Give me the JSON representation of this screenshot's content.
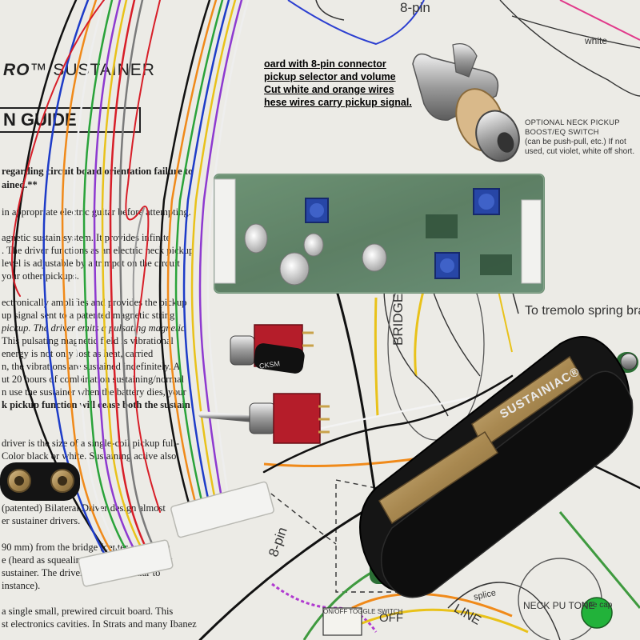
{
  "left_doc": {
    "brand_fragment": "RO",
    "brand_tail": "™ SUSTAINER",
    "guide_fragment": "N GUIDE",
    "paragraphs": [
      "regarding circuit board orientation failure to",
      "ained.**",
      "in appropriate electric guitar before attempting.",
      "agnetic  sustain system.  It provides infinite",
      ".  The  driver  functions as an electric neck pickup",
      "level  is  adjustable  by  a trimpot on the circuit",
      " your other pickups.",
      "ectronically amplifies and provides the pickup",
      "up signal  sent to a patented magnetic string",
      "pickup.  The driver emits a pulsating magnetic",
      "This  pulsating magnetic field is vibrational",
      "energy is not only lost as heat, carried",
      "n, the vibrations are sustained indefinitely.  A",
      "ut 20  hours of combination sustaining/normal",
      "n use the sustainer when the battery dies, your",
      "k pickup function will cease both the sustain",
      "driver is the size of a single-coil pickup full-",
      "  Color  black or white.  Sustaining active  also",
      "(patented) Bilateral Driver design almost",
      "er sustainer drivers.",
      "90 mm) from the bridge (center-to-center)",
      "e (heard as squealing or feedback) and any",
      "sustainer.   The  driver  is  perpendicular to",
      "instance).",
      "a  single  small,  prewired  circuit board.  This",
      "st electronics cavities.  In Strats and many Ibanez"
    ]
  },
  "right_doc": {
    "instructions": [
      "oard with 8-pin connector",
      "pickup selector and volume",
      " Cut white and orange wires",
      "hese wires carry pickup signal."
    ],
    "neck_note": {
      "title": "OPTIONAL NECK PICKUP BOOST/EQ SWITCH",
      "body": "(can be push-pull, etc.) If not used, cut violet, white off short."
    }
  },
  "diagram_labels": {
    "tremolo": "To tremolo spring bracket",
    "white": "white",
    "bridge": "BRIDGE",
    "eight_pin": "8-pin",
    "pin_top": "8-pin",
    "neck_pu_tone": "NECK PU TONE",
    "splice": "splice",
    "line": "LINE",
    "tone_cap": "tone cap",
    "off": "OFF",
    "toggle": "ON/OFF TOGGLE SWITCH"
  },
  "components": {
    "pickup_logo": "SUSTAINIAC®",
    "capacitor_label": "CKSM"
  },
  "colors": {
    "paper": "#ecebe6",
    "pcb": "#2f5b3a",
    "trimpot": "#2746a6",
    "pickup": "#151515",
    "toggle_red": "#b51d2a",
    "gold": "#b99a64"
  }
}
